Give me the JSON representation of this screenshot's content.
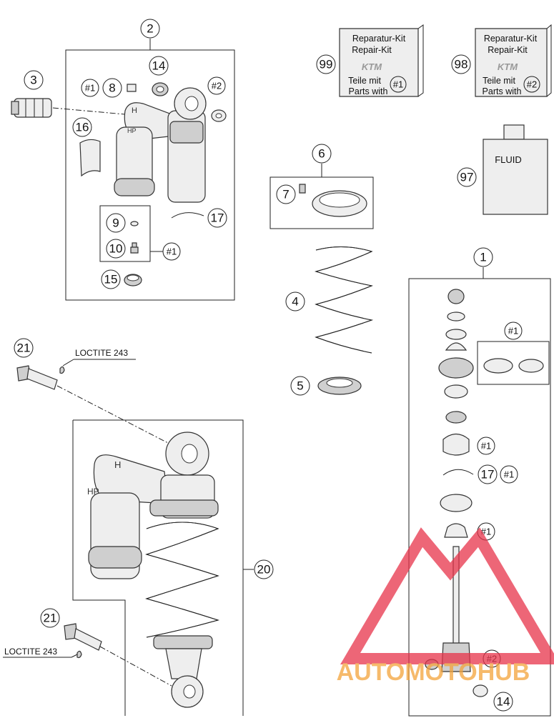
{
  "diagram": {
    "callouts": {
      "c1": "1",
      "c2": "2",
      "c3": "3",
      "c4": "4",
      "c5": "5",
      "c6": "6",
      "c7": "7",
      "c8": "8",
      "c9": "9",
      "c10": "10",
      "c14a": "14",
      "c14b": "14",
      "c15": "15",
      "c16": "16",
      "c17a": "17",
      "c17b": "17",
      "c20": "20",
      "c21a": "21",
      "c21b": "21",
      "c97": "97",
      "c98": "98",
      "c99": "99"
    },
    "refs": {
      "r_assy2_1": "#1",
      "r_assy2_2": "#2",
      "r_assy2_10": "#1",
      "r_assy1_top": "#1",
      "r_assy1_a": "#1",
      "r_assy1_b": "#1",
      "r_assy1_c": "#1",
      "r_assy1_d": "#2",
      "r_kit99": "#1",
      "r_kit98": "#2"
    },
    "kits": {
      "kit99": {
        "line1": "Reparatur-Kit",
        "line2": "Repair-Kit",
        "line3": "Teile mit",
        "line4": "Parts with",
        "logo": "ktm"
      },
      "kit98": {
        "line1": "Reparatur-Kit",
        "line2": "Repair-Kit",
        "line3": "Teile mit",
        "line4": "Parts with",
        "logo": "ktm"
      }
    },
    "fluid_label": "FLUID",
    "loctite": {
      "top": "LOCTITE 243",
      "bottom": "LOCTITE 243"
    },
    "decals": {
      "h_top": "H",
      "h_main": "H",
      "hp_top": "HP",
      "hp_main": "HP"
    },
    "watermark": {
      "text": "AUTOMOTOHUB",
      "color_primary": "#e7334a",
      "color_secondary": "#f3a33a"
    }
  }
}
